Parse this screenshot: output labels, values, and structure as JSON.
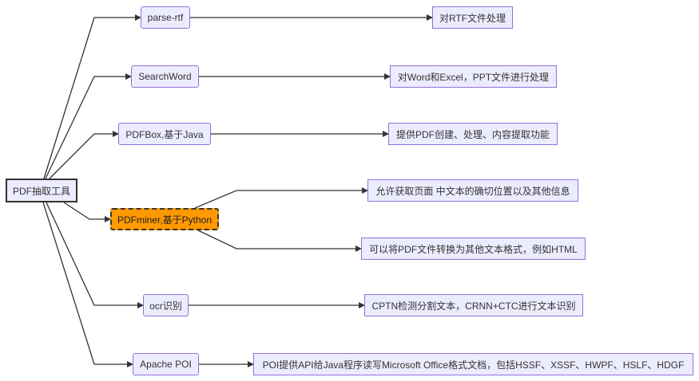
{
  "diagram": {
    "root": "PDF抽取工具",
    "tools": [
      "parse-rtf",
      "SearchWord",
      "PDFBox,基于Java",
      "PDFminer,基于Python",
      "ocr识别",
      "Apache POI"
    ],
    "descriptions": [
      "对RTF文件处理",
      "对Word和Excel，PPT文件进行处理",
      "提供PDF创建、处理、内容提取功能",
      "允许获取页面 中文本的确切位置以及其他信息",
      "可以将PDF文件转换为其他文本格式，例如HTML",
      "CPTN检测分割文本，CRNN+CTC进行文本识别",
      "POI提供API给Java程序读写Microsoft Office格式文档，包括HSSF、XSSF、HWPF、HSLF、HDGF"
    ],
    "colors": {
      "node_fill": "#ECECFF",
      "node_border": "#9370DB",
      "highlight_fill": "#FF9900",
      "edge": "#333333"
    }
  }
}
